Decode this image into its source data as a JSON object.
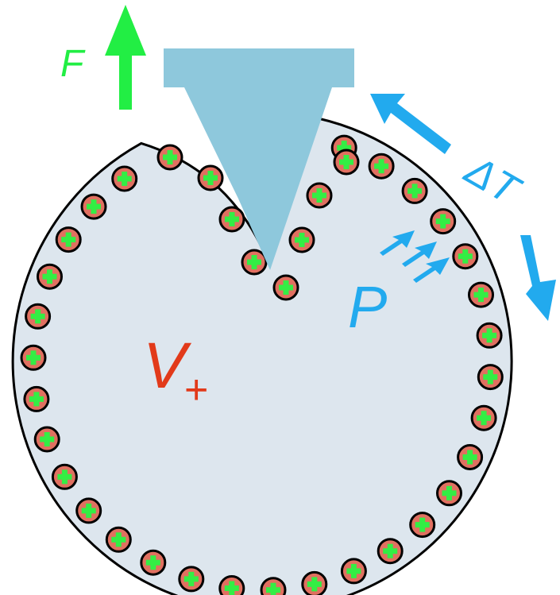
{
  "labels": {
    "force": "F",
    "temperature": "ΔT",
    "pressure": "P",
    "potential": "V",
    "charge_sign": "+"
  },
  "colors": {
    "background": "#ffffff",
    "cell_fill": "#dde6ee",
    "cell_outline": "#000000",
    "force_arrow": "#22ee44",
    "tip": "#8ec8dc",
    "temperature": "#22aaee",
    "pressure": "#22aaee",
    "potential": "#e23a1a",
    "ion_fill": "#e07060",
    "ion_cross": "#33ee44"
  },
  "icons": {
    "force_arrow": "up-arrow-icon",
    "temperature_arrows": "double-arrow-icon",
    "pressure_arrows": "small-arrows-icon",
    "ion": "ion-icon"
  },
  "ion_count": 38
}
